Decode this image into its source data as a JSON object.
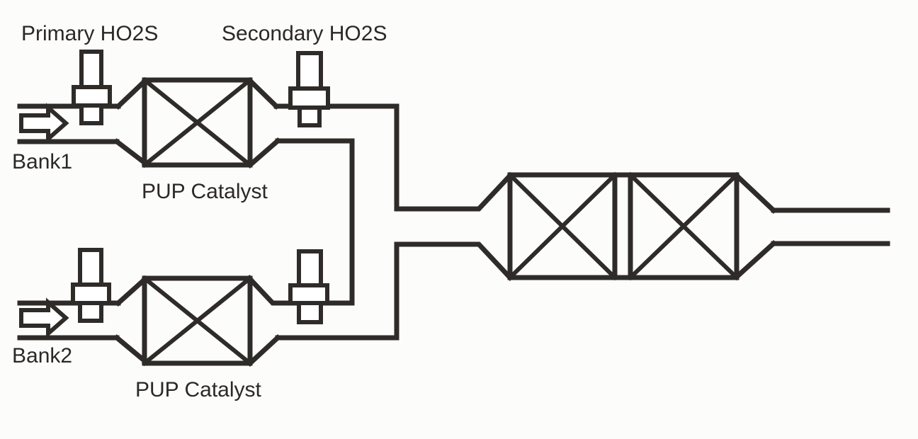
{
  "diagram": {
    "type": "exhaust-system-schematic",
    "labels": {
      "primary_ho2s": "Primary HO2S",
      "secondary_ho2s": "Secondary HO2S",
      "bank1": "Bank1",
      "bank2": "Bank2",
      "pup_catalyst_bank1": "PUP Catalyst",
      "pup_catalyst_bank2": "PUP Catalyst"
    },
    "colors": {
      "line": "#2e2b28",
      "background": "#fcfcfa",
      "component_fill": "#ffffff"
    },
    "components": {
      "bank1_branch": [
        "inlet-arrow",
        "primary-ho2s-sensor",
        "pup-catalyst",
        "secondary-ho2s-sensor"
      ],
      "bank2_branch": [
        "inlet-arrow",
        "primary-ho2s-sensor",
        "pup-catalyst",
        "secondary-ho2s-sensor"
      ],
      "merged_section": [
        "y-collector-pipe",
        "main-catalyst-chamber-1",
        "main-catalyst-chamber-2",
        "tailpipe"
      ]
    }
  }
}
